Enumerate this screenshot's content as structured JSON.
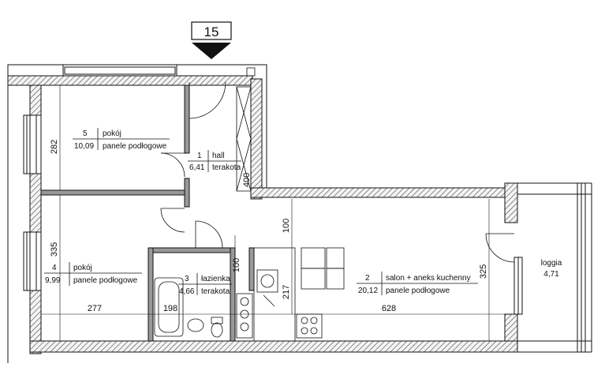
{
  "marker": {
    "number": "15"
  },
  "rooms": [
    {
      "number": "5",
      "name": "pokój",
      "area": "10,09",
      "floor": "panele podłogowe"
    },
    {
      "number": "1",
      "name": "hall",
      "area": "6,41",
      "floor": "terakota"
    },
    {
      "number": "4",
      "name": "pokój",
      "area": "9,99",
      "floor": "panele podłogowe"
    },
    {
      "number": "3",
      "name": "łazienka",
      "area": "4,66",
      "floor": "terakota"
    },
    {
      "number": "2",
      "name": "salon + aneks kuchenny",
      "area": "20,12",
      "floor": "panele podłogowe"
    }
  ],
  "loggia": {
    "name": "loggia",
    "area": "4,71"
  },
  "dimensions": {
    "room5_height": "282",
    "room4_height": "335",
    "width_left": "277",
    "bath_width": "198",
    "width_right": "628",
    "salon_height": "325",
    "kitchen_depth": "100",
    "kitchen_height": "217",
    "hall_strip": "100",
    "hall_cabinet": "400"
  }
}
